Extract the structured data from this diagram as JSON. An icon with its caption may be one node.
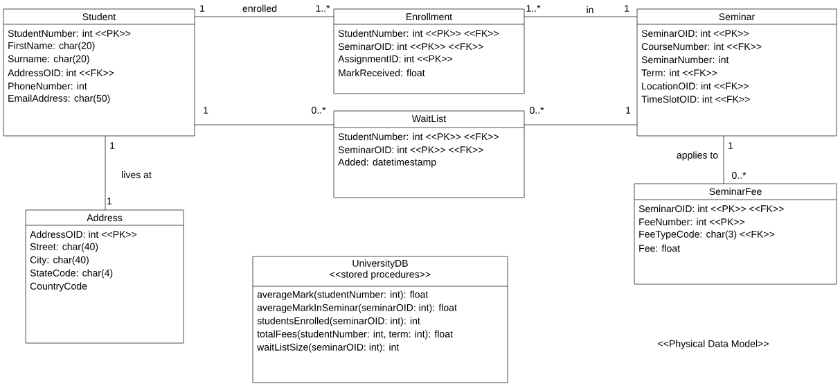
{
  "diagram": {
    "nodes": [
      {
        "text": [
          "Student",
          "StudentNumber: int <<PK>>",
          "FirstName: char(20)",
          "Surname: char(20)",
          "AddressOID: int <<FK>>",
          "PhoneNumber: int",
          "EmailAddress: char(50)"
        ]
      },
      {
        "text": [
          "Enrollment",
          "StudentNumber: int <<PK>> <<FK>>",
          "SeminarOID: int <<PK>> <<FK>>",
          "AssignmentID: int <<PK>>",
          "MarkReceived: float"
        ]
      },
      {
        "text": [
          "Seminar",
          "SeminarOID: int <<PK>>",
          "CourseNumber: int <<FK>>",
          "SeminarNumber: int",
          "Term: int <<FK>>",
          "LocationOID: int <<FK>>",
          "TimeSlotOID: int <<FK>>"
        ]
      },
      {
        "text": [
          "WaitList",
          "StudentNumber: int <<PK>> <<FK>>",
          "SeminarOID: int <<PK>> <<FK>>",
          "Added: datetimestamp"
        ]
      },
      {
        "text": [
          "SeminarFee",
          "SeminarOID: int <<PK>> <<FK>>",
          "FeeNumber: int <<PK>>",
          "FeeTypeCode: char(3) <<FK>>",
          "Fee: float"
        ]
      },
      {
        "text": [
          "Address",
          "AddressOID: int <<PK>>",
          "Street: char(40)",
          "City: char(40)",
          "StateCode: char(4)",
          "CountryCode"
        ]
      },
      {
        "text": [
          "UniversityDB",
          "<<stored procedures>>",
          "averageMark(studentNumber: int): float",
          "averageMarkInSeminar(seminarOID: int): float",
          "studentsEnrolled(seminarOID: int): int",
          "totalFees(studentNumber: int, term: int): float",
          "waitListSize(seminarOID: int): int"
        ]
      }
    ],
    "edges": [
      {
        "from": 0,
        "to": 1,
        "arrow": "none",
        "label": "enrolled"
      },
      {
        "from": 1,
        "to": 2,
        "arrow": "none",
        "label": "in"
      },
      {
        "from": 0,
        "to": 3,
        "arrow": "none"
      },
      {
        "from": 3,
        "to": 2,
        "arrow": "none"
      },
      {
        "from": 2,
        "to": 4,
        "arrow": "none",
        "label": "applies to"
      },
      {
        "from": 0,
        "to": 5,
        "arrow": "none",
        "label": "lives at"
      }
    ],
    "labels": [
      "1",
      "1..*",
      "1..*",
      "1",
      "1",
      "0..*",
      "0..*",
      "1",
      "1",
      "0..*",
      "1",
      "1",
      "<<Physical Data Model>>"
    ]
  }
}
